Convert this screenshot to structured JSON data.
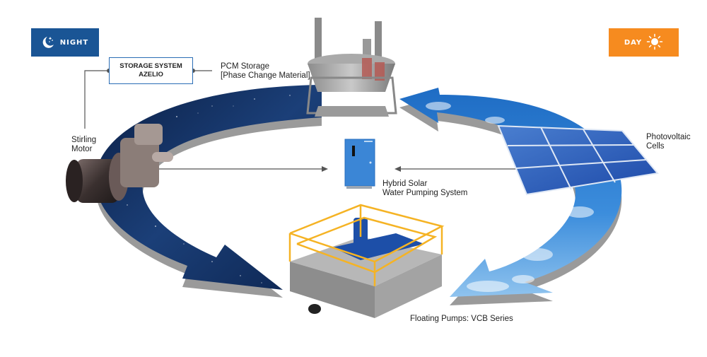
{
  "badges": {
    "night": {
      "label": "NIGHT",
      "icon": "moon-stars-icon",
      "color": "#1a5595"
    },
    "day": {
      "label": "DAY",
      "icon": "sun-icon",
      "color": "#f68b1f"
    }
  },
  "storage_system": {
    "line1": "STORAGE SYSTEM",
    "line2": "AZELIO",
    "border_color": "#2a6db5"
  },
  "labels": {
    "pcm_storage": {
      "line1": "PCM Storage",
      "line2": "[Phase Change Material]"
    },
    "stirling_motor": {
      "line1": "Stirling",
      "line2": "Motor"
    },
    "hybrid_system": {
      "line1": "Hybrid Solar",
      "line2": "Water Pumping System"
    },
    "photovoltaic": {
      "line1": "Photovoltaic",
      "line2": "Cells"
    },
    "floating_pumps": {
      "line1": "Floating Pumps: VCB Series"
    }
  },
  "colors": {
    "night_arrow": "#0f2a55",
    "day_arrow": "#2f7fd0",
    "connector": "#555555",
    "railing": "#f5b324",
    "pump_blue": "#1d4fa8",
    "controller_blue": "#3b86d6"
  }
}
